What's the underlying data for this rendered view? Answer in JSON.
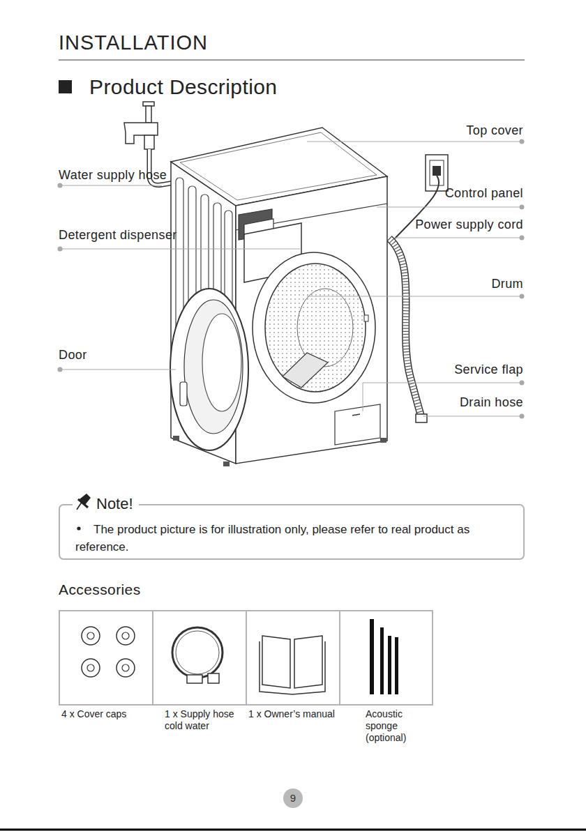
{
  "diagram": {
    "title": "INSTALLATION",
    "nodes": [
      {
        "text": [
          "Note!",
          "The product picture is for illustration only, please refer to real product as reference."
        ]
      },
      {
        "text": [
          "4 x Cover caps"
        ]
      },
      {
        "text": [
          "1 x Supply hose cold water"
        ]
      },
      {
        "text": [
          "1 x Owner’s manual"
        ]
      },
      {
        "text": [
          "Acoustic sponge (optional)"
        ]
      },
      {
        "text": [
          "9"
        ]
      }
    ],
    "labels": [
      "Product Description",
      "Top cover",
      "Water supply hose",
      "Control panel",
      "Power supply cord",
      "Detergent dispenser",
      "Drum",
      "Door",
      "Service flap",
      "Drain hose",
      "Accessories"
    ]
  }
}
